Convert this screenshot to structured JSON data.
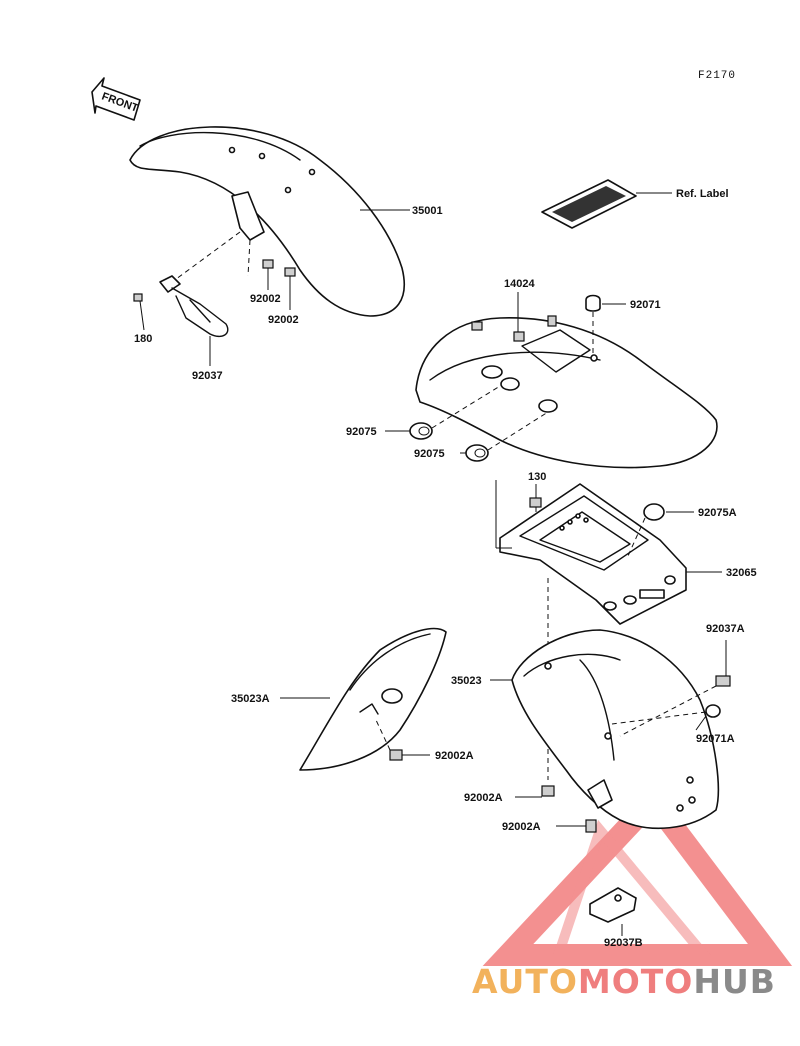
{
  "figure_ref": "F2170",
  "front_arrow_label": "FRONT",
  "watermark": {
    "part1": "AUTO",
    "part2": "MOTO",
    "part3": "HUB"
  },
  "colors": {
    "triangle": "#ef6b6b",
    "auto": "#f2b25c",
    "moto": "#ef7e7e",
    "hub": "#8a8a8a"
  },
  "labels": {
    "p35001": "35001",
    "ref_label": "Ref. Label",
    "p92002_a": "92002",
    "p92002_b": "92002",
    "p180": "180",
    "p92037": "92037",
    "p14024": "14024",
    "p92071": "92071",
    "p92075_a": "92075",
    "p92075_b": "92075",
    "p130": "130",
    "p92075A": "92075A",
    "p32065": "32065",
    "p92037A": "92037A",
    "p35023": "35023",
    "p35023A": "35023A",
    "p92071A": "92071A",
    "p92002A_a": "92002A",
    "p92002A_b": "92002A",
    "p92002A_c": "92002A",
    "p92037B": "92037B"
  }
}
